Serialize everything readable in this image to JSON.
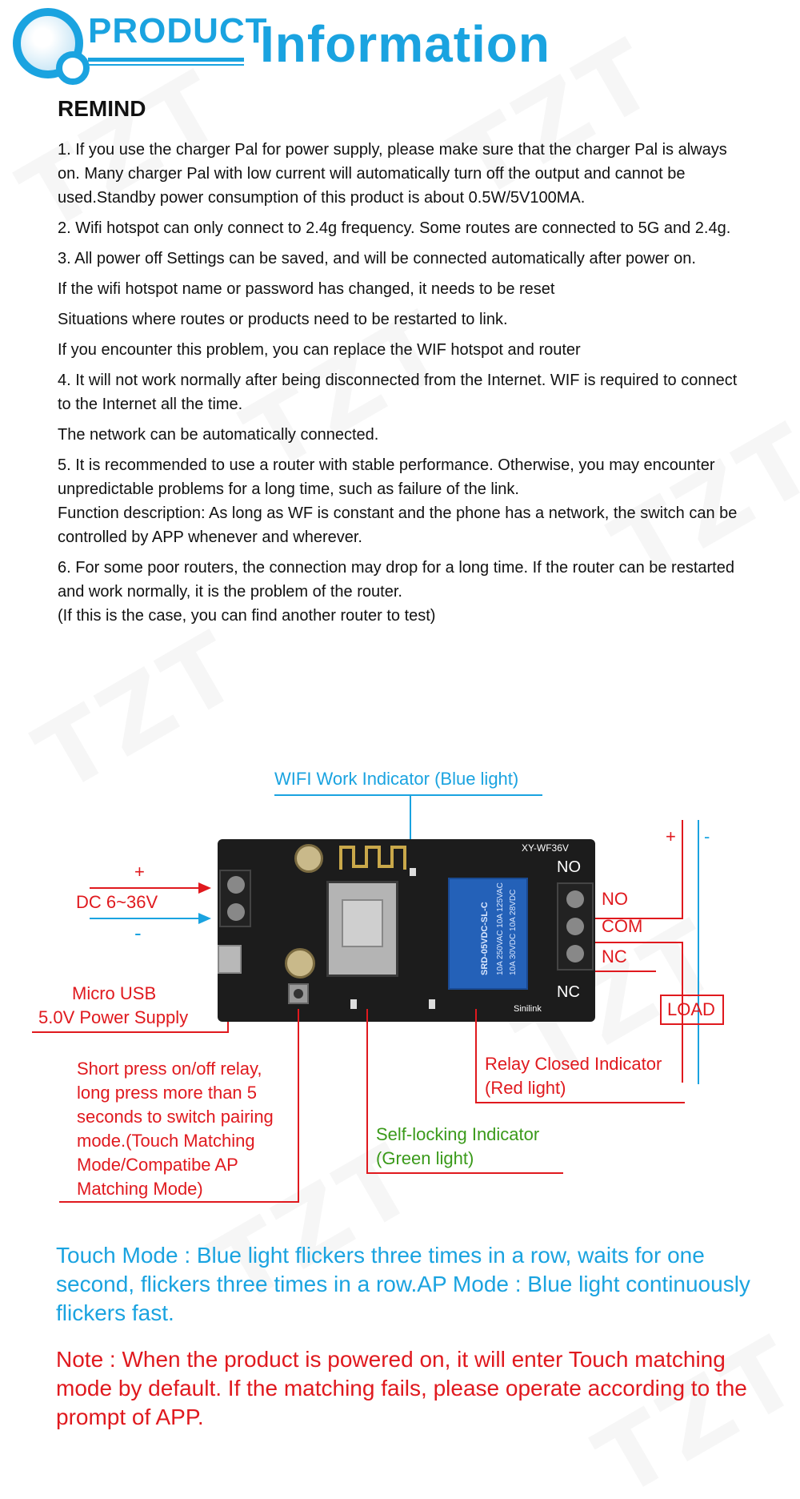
{
  "header": {
    "product_word": "PRODUCT",
    "info_word": "Information",
    "accent_color": "#1aa3e0"
  },
  "watermark": {
    "text": "TZT"
  },
  "remind": {
    "title": "REMIND",
    "paragraphs": [
      "1. If you use the charger Pal for power supply, please make sure that the charger Pal is always on. Many charger Pal with low current will automatically turn off the output and cannot be used.Standby power consumption of this product is about 0.5W/5V100MA.",
      "2. Wifi hotspot can only connect to 2.4g frequency. Some routes are connected to 5G and 2.4g.",
      "3. All power off Settings can be saved, and will be connected automatically after power on.",
      "If the wifi hotspot name or password has changed, it needs to be reset",
      "Situations where routes or products need to be restarted to link.",
      "If you encounter this problem, you can replace the WIF hotspot and router",
      "4. It will not work normally after being disconnected from the Internet. WIF is required to connect to the Internet all the time.",
      "The network can be automatically connected.",
      "5. It is recommended to use a router with stable performance. Otherwise, you may encounter unpredictable problems for a long time, such as failure of the link.",
      "Function description: As long as WF is constant and the phone has a network, the switch can be controlled by APP whenever and wherever.",
      "6. For some poor routers, the connection may drop for a long time. If the router can be restarted and work normally, it is the problem of the router.",
      "(If this is the case, you can find another router to test)"
    ]
  },
  "diagram": {
    "wifi_indicator": "WIFI Work Indicator (Blue light)",
    "plus": "+",
    "minus": "-",
    "dc_input": "DC 6~36V",
    "usb_line1": "Micro USB",
    "usb_line2": "5.0V Power Supply",
    "button_desc": [
      "Short press on/off relay,",
      "long press more than 5",
      "seconds to switch pairing",
      "mode.(Touch Matching",
      "Mode/Compatibe AP",
      "Matching Mode)"
    ],
    "relay_indicator": [
      "Relay Closed Indicator",
      "(Red light)"
    ],
    "selflock_indicator": [
      "Self-locking Indicator",
      "(Green light)"
    ],
    "terminal_no": "NO",
    "terminal_com": "COM",
    "terminal_nc": "NC",
    "load": "LOAD",
    "board_model": "XY-WF36V",
    "board_no": "NO",
    "board_nc": "NC",
    "relay_text": [
      "SRD-05VDC-SL-C",
      "10A 250VAC 10A 125VAC",
      "10A 30VDC 10A 28VDC"
    ],
    "brand": "Sinilink"
  },
  "notes": {
    "blue": "Touch Mode : Blue light flickers three times in a row, waits for one second, flickers three times in a row.AP Mode : Blue light continuously flickers fast.",
    "red": "Note : When the product is powered on, it will enter Touch matching mode by default. If the matching fails, please operate according to the prompt of APP."
  }
}
